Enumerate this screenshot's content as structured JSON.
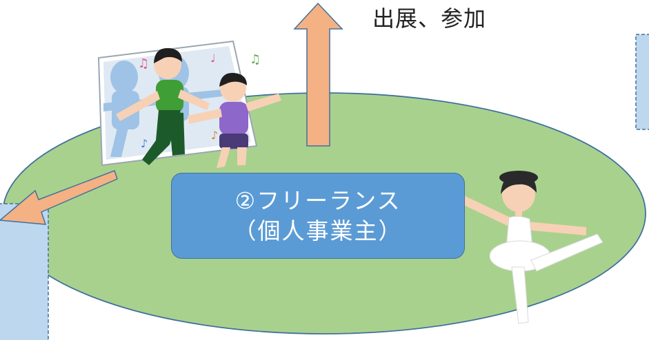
{
  "diagram": {
    "arrow_label": "出展、参加",
    "center_box": {
      "line1": "②フリーランス",
      "line2": "（個人事業主）"
    }
  },
  "colors": {
    "field": "#a9d18e",
    "field_border": "#41719c",
    "arrow": "#f4b183",
    "arrow_border": "#41719c",
    "box": "#5b9bd5",
    "side_box": "#bdd7ee"
  },
  "illustrations": {
    "dancers": "two-kids-dancing-in-front-of-mirror",
    "ballerina": "ballerina-arabesque"
  }
}
